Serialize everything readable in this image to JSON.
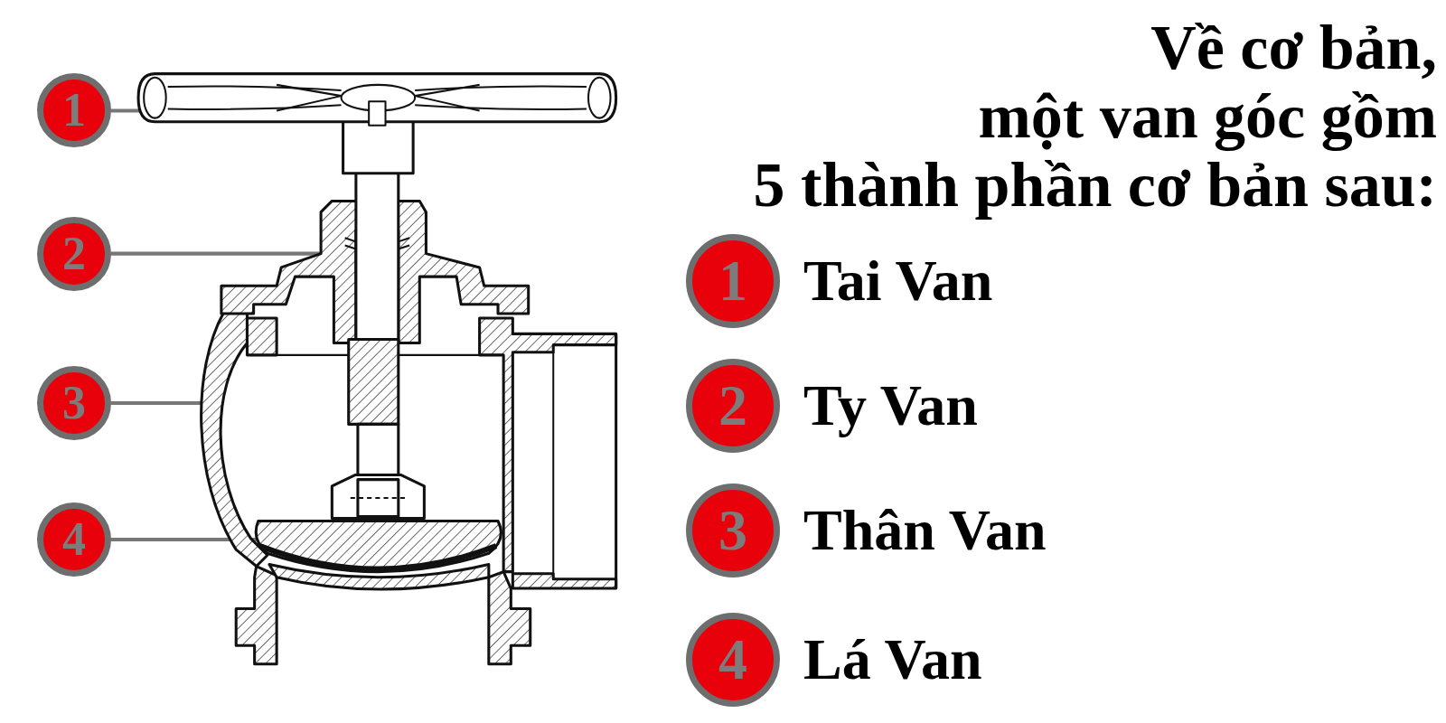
{
  "diagram": {
    "title": "Về cơ bản, một van góc gồm 5 thành phần cơ bản sau:",
    "nodes": [
      {
        "text": [
          "1"
        ]
      },
      {
        "text": [
          "2"
        ]
      },
      {
        "text": [
          "3"
        ]
      },
      {
        "text": [
          "4"
        ]
      },
      {
        "text": [
          "1",
          "Tai Van"
        ]
      },
      {
        "text": [
          "2",
          "Ty Van"
        ]
      },
      {
        "text": [
          "3",
          "Thân Van"
        ]
      },
      {
        "text": [
          "4",
          "Lá Van"
        ]
      }
    ]
  }
}
